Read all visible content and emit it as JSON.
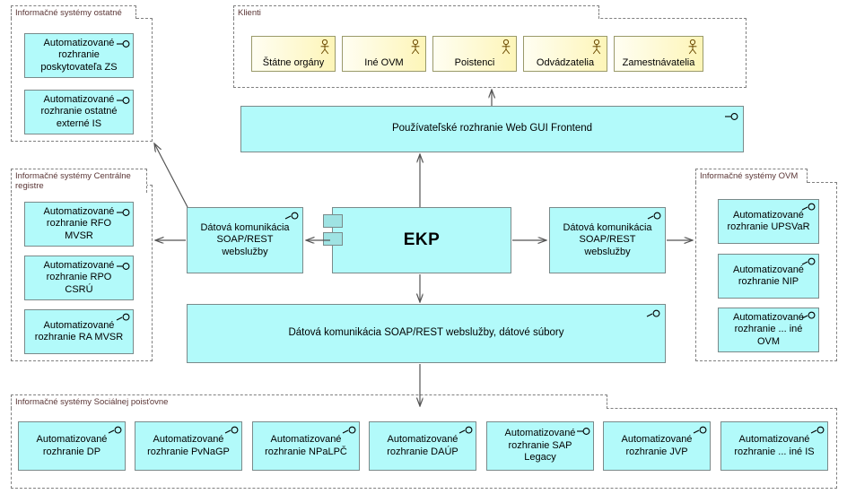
{
  "diagram": {
    "title": "EKP component architecture diagram",
    "language": "sk",
    "colors": {
      "component_fill": "#b2fafa",
      "component_border": "#7a8a8a",
      "actor_fill_start": "#fffef2",
      "actor_fill_end": "#fdf5b8",
      "actor_border": "#9a9a6a",
      "group_border": "#808080",
      "group_label_text": "#5a3535",
      "connector": "#545454"
    }
  },
  "groups": {
    "ostatne": {
      "label": "Informačné systémy ostatné"
    },
    "klienti": {
      "label": "Klienti"
    },
    "centralne_registre": {
      "label": "Informačné systémy Centrálne\nregistre"
    },
    "ovm": {
      "label": "Informačné systémy OVM"
    },
    "socialna_poistovna": {
      "label": "Informačné systémy Sociálnej poisťovne"
    }
  },
  "components": {
    "ostatne": [
      {
        "label": "Automatizované\nrozhranie\nposkytovateľa ZS",
        "icon": "provided-interface-icon"
      },
      {
        "label": "Automatizované\nrozhranie ostatné\nexterné IS",
        "icon": "provided-interface-icon"
      }
    ],
    "centralne_registre": [
      {
        "label": "Automatizované\nrozhranie RFO\nMVSR",
        "icon": "provided-interface-icon"
      },
      {
        "label": "Automatizované\nrozhranie RPO\nCSRÚ",
        "icon": "provided-interface-icon"
      },
      {
        "label": "Automatizované\nrozhranie RA MVSR",
        "icon": "provided-interface-icon"
      }
    ],
    "ovm": [
      {
        "label": "Automatizované\nrozhranie UPSVaR",
        "icon": "provided-interface-icon"
      },
      {
        "label": "Automatizované\nrozhranie NIP",
        "icon": "provided-interface-icon"
      },
      {
        "label": "Automatizované\nrozhranie ... iné OVM",
        "icon": "provided-interface-icon"
      }
    ],
    "socialna_poistovna": [
      {
        "label": "Automatizované\nrozhranie DP",
        "icon": "provided-interface-icon"
      },
      {
        "label": "Automatizované\nrozhranie PvNaGP",
        "icon": "provided-interface-icon"
      },
      {
        "label": "Automatizované\nrozhranie NPaLPČ",
        "icon": "provided-interface-icon"
      },
      {
        "label": "Automatizované\nrozhranie DAÚP",
        "icon": "provided-interface-icon"
      },
      {
        "label": "Automatizované\nrozhranie SAP\nLegacy",
        "icon": "provided-interface-icon"
      },
      {
        "label": "Automatizované\nrozhranie JVP",
        "icon": "provided-interface-icon"
      },
      {
        "label": "Automatizované\nrozhranie ... iné IS",
        "icon": "provided-interface-icon"
      }
    ]
  },
  "actors": [
    {
      "label": "Štátne orgány",
      "icon": "actor-stick-figure-icon"
    },
    {
      "label": "Iné OVM",
      "icon": "actor-stick-figure-icon"
    },
    {
      "label": "Poistenci",
      "icon": "actor-stick-figure-icon"
    },
    {
      "label": "Odvádzatelia",
      "icon": "actor-stick-figure-icon"
    },
    {
      "label": "Zamestnávatelia",
      "icon": "actor-stick-figure-icon"
    }
  ],
  "core": {
    "ekp": {
      "label": "EKP"
    },
    "frontend": {
      "label": "Používateľské rozhranie Web GUI Frontend",
      "icon": "provided-interface-icon"
    },
    "left_bus": {
      "label": "Dátová komunikácia\nSOAP/REST\nwebslužby",
      "icon": "provided-interface-icon"
    },
    "right_bus": {
      "label": "Dátová komunikácia\nSOAP/REST\nwebslužby",
      "icon": "provided-interface-icon"
    },
    "bottom_bus": {
      "label": "Dátová komunikácia SOAP/REST webslužby, dátové súbory",
      "icon": "provided-interface-icon"
    }
  }
}
